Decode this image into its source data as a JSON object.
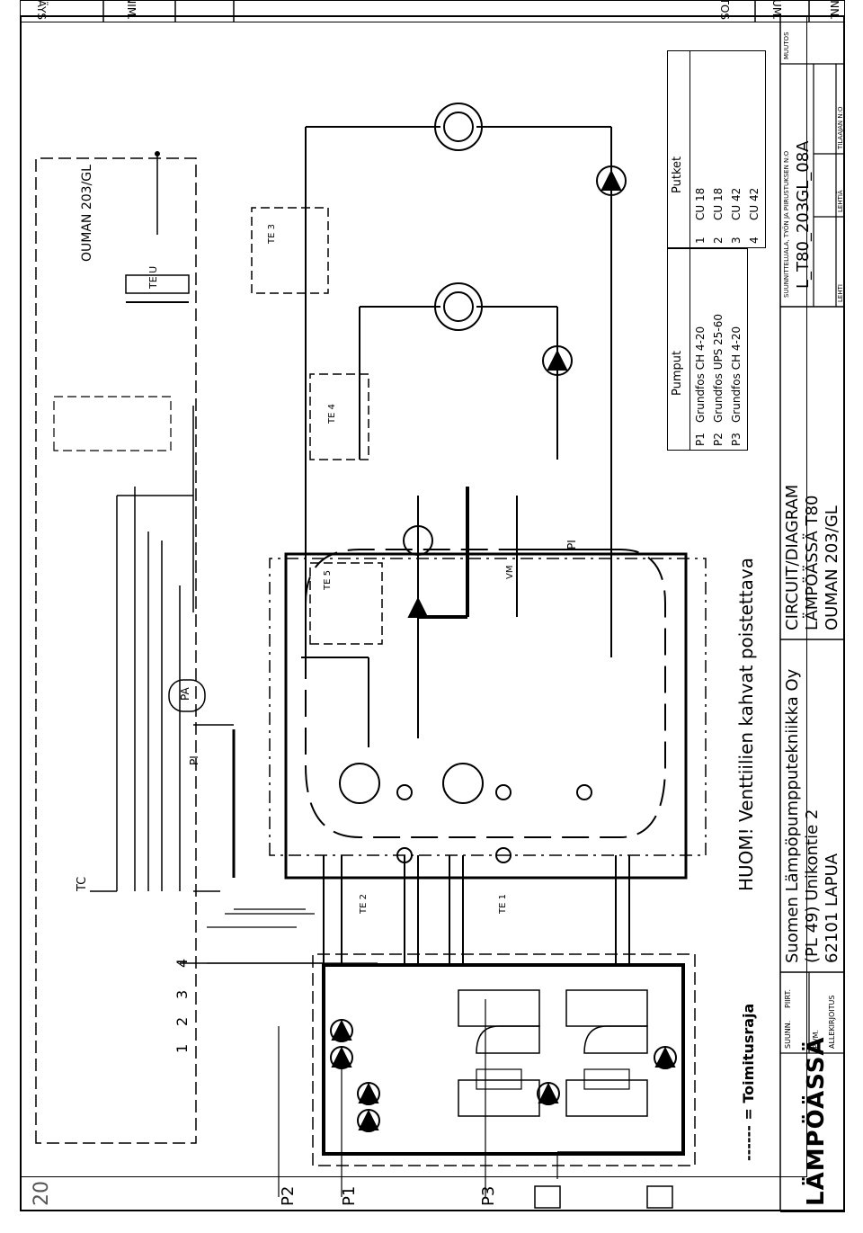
{
  "revision_header": {
    "cols": [
      "TUNN.",
      "LUKUM.",
      "MUUTOS",
      "NIM.",
      "PÄIVÄYS"
    ]
  },
  "page_number": "20",
  "notes": {
    "warning": "HUOM! Venttiilien kahvat poistettava",
    "legend": "------ = Toimitusraja",
    "controller_box": "OUMAN 203/GL"
  },
  "sensors": {
    "te_u": "TE U",
    "te1": "TE 1",
    "te2": "TE 2",
    "te3": "TE 3",
    "te4": "TE 4",
    "te5": "TE 5",
    "tc": "TC",
    "pa": "PA",
    "pi_left": "PI",
    "pi_mid": "PI",
    "vm": "VM"
  },
  "side_labels": {
    "p1": "P1",
    "p2": "P2",
    "p3": "P3",
    "n1": "1",
    "n2": "2",
    "n3": "3",
    "n4": "4"
  },
  "pumps_table": {
    "title": "Pumput",
    "rows": [
      {
        "id": "P1",
        "text": "Grundfos CH 4-20"
      },
      {
        "id": "P2",
        "text": "Grundfos UPS 25-60"
      },
      {
        "id": "P3",
        "text": "Grundfos CH 4-20"
      }
    ]
  },
  "pipes_table": {
    "title": "Putket",
    "rows": [
      {
        "id": "1",
        "text": "CU 18"
      },
      {
        "id": "2",
        "text": "CU 18"
      },
      {
        "id": "3",
        "text": "CU 42"
      },
      {
        "id": "4",
        "text": "CU 42"
      }
    ]
  },
  "title_block": {
    "brand": "LÄMPÖÄSSÄ",
    "labels": {
      "suunn": "SUUNN.",
      "piirt": "PIIRT.",
      "pvm": "P.VM.",
      "allekirjoitus": "ALLEKIRJOITUS",
      "suunnitteluala": "SUUNNITTELUALA, TYÖN JA PIIRUSTUKSEN N:O",
      "muutos": "MUUTOS",
      "lehti": "LEHTI",
      "lehtiä": "LEHTIÄ",
      "tilaajan": "TILAAJAN N:O"
    },
    "company_line1": "Suomen Lämpöpumpputekniikka Oy",
    "company_line2": "(PL 49) Unikontie 2",
    "company_line3": "62101 LAPUA",
    "drawing_line1": "CIRCUIT/DIAGRAM",
    "drawing_line2": "LÄMPÖÄSSÄ T80",
    "drawing_line3": "OUMAN 203/GL",
    "drawing_number": "L_T80_203GL_08A"
  }
}
